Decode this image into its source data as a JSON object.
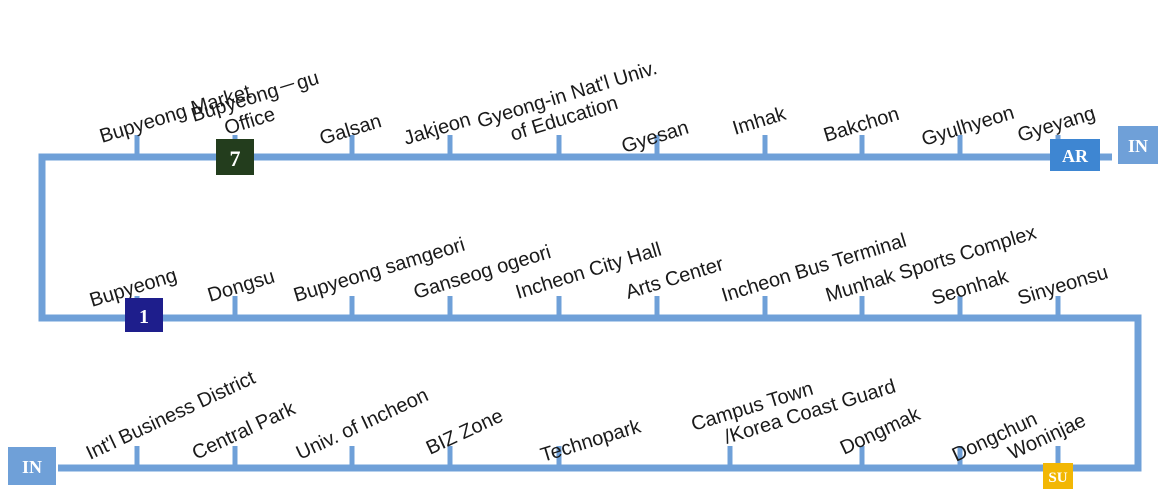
{
  "line_color": "#6fa0d8",
  "text_color": "#1a1a1a",
  "rows": [
    {
      "stations": [
        {
          "name": "Bupyeong Market"
        },
        {
          "name": "Bupyeong－gu",
          "name2": "Office"
        },
        {
          "name": "Galsan"
        },
        {
          "name": "Jakjeon"
        },
        {
          "name": "Gyeong-in Nat'l Univ.",
          "name2": "of Education"
        },
        {
          "name": "Gyesan"
        },
        {
          "name": "Imhak"
        },
        {
          "name": "Bakchon"
        },
        {
          "name": "Gyulhyeon"
        },
        {
          "name": "Gyeyang"
        }
      ]
    },
    {
      "stations": [
        {
          "name": "Bupyeong"
        },
        {
          "name": "Dongsu"
        },
        {
          "name": "Bupyeong samgeori"
        },
        {
          "name": "Ganseog ogeori"
        },
        {
          "name": "Incheon City Hall"
        },
        {
          "name": "Arts Center"
        },
        {
          "name": "Incheon Bus Terminal"
        },
        {
          "name": "Munhak Sports Complex"
        },
        {
          "name": "Seonhak"
        },
        {
          "name": "Sinyeonsu"
        }
      ]
    },
    {
      "stations": [
        {
          "name": "Int'l Business District"
        },
        {
          "name": "Central Park"
        },
        {
          "name": "Univ. of Incheon"
        },
        {
          "name": "BIZ Zone"
        },
        {
          "name": "Technopark"
        },
        {
          "name": "Campus Town",
          "name2": "/Korea Coast Guard"
        },
        {
          "name": "Dongmak"
        },
        {
          "name": "Dongchun"
        },
        {
          "name": "Woninjae"
        }
      ]
    }
  ],
  "transfer_badges": [
    {
      "text": "7",
      "color": "#233d1d"
    },
    {
      "text": "1",
      "color": "#1e1e8c"
    },
    {
      "text": "AR",
      "color": "#3e86d2"
    },
    {
      "text": "SU",
      "color": "#f2b705"
    }
  ],
  "terminal_badges": [
    {
      "text": "IN",
      "color": "#6fa0d8"
    },
    {
      "text": "IN",
      "color": "#6fa0d8"
    }
  ]
}
